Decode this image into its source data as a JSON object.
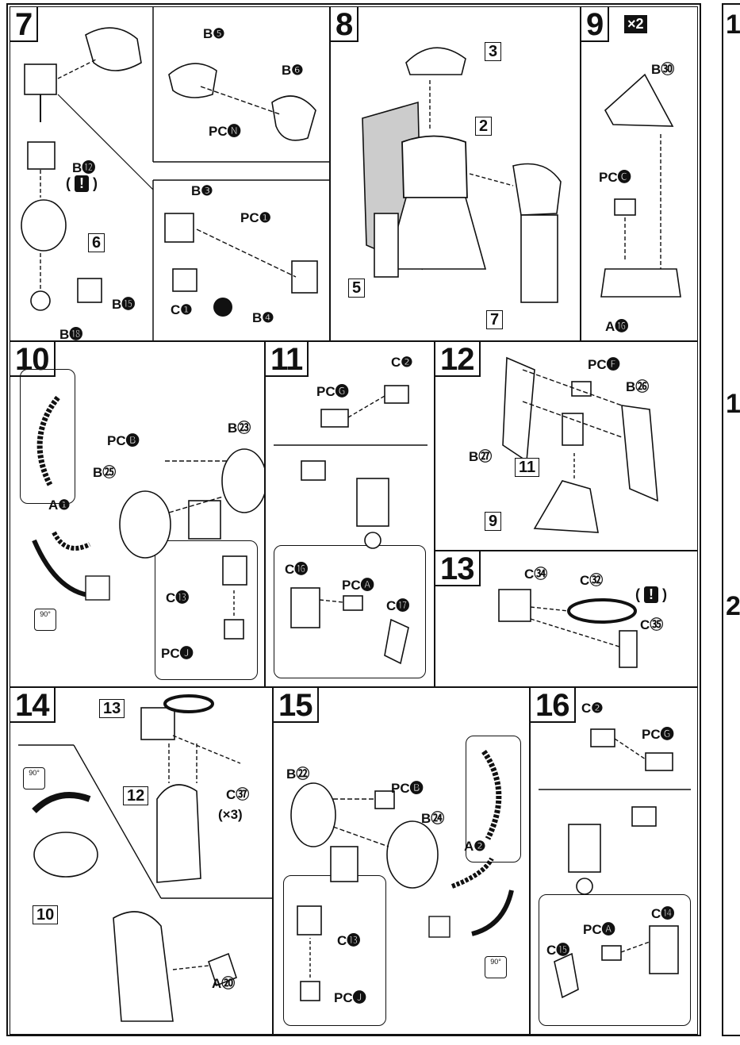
{
  "steps": {
    "s7": {
      "num": "7",
      "labels": [
        "B❺",
        "B❻",
        "PC🅝",
        "B⓬",
        "B❸",
        "PC❶",
        "C❶",
        "B❹",
        "B⓯",
        "B⓲"
      ],
      "ref": "6"
    },
    "s8": {
      "num": "8",
      "refs": [
        "3",
        "2",
        "5",
        "7"
      ]
    },
    "s9": {
      "num": "9",
      "multiplier": "×2",
      "labels": [
        "B㉚",
        "PC🅒",
        "A⓰"
      ]
    },
    "s10": {
      "num": "10",
      "labels": [
        "PC🅑",
        "B㉓",
        "B㉕",
        "A❶",
        "C⓭",
        "PC🅙"
      ]
    },
    "s11": {
      "num": "11",
      "labels": [
        "PC🅖",
        "C❷",
        "C⓰",
        "PC🅐",
        "C⓱"
      ]
    },
    "s12": {
      "num": "12",
      "labels": [
        "PC🅕",
        "B㉖",
        "B㉗"
      ],
      "refs": [
        "11",
        "9"
      ]
    },
    "s13": {
      "num": "13",
      "labels": [
        "C㉞",
        "C㉜",
        "C㉟"
      ]
    },
    "s14": {
      "num": "14",
      "labels": [
        "C㊲",
        "(×3)",
        "A⑳"
      ],
      "refs": [
        "13",
        "12",
        "10"
      ]
    },
    "s15": {
      "num": "15",
      "labels": [
        "B㉒",
        "PC🅑",
        "B㉔",
        "A❷",
        "C⓭",
        "PC🅙"
      ]
    },
    "s16": {
      "num": "16",
      "labels": [
        "C❷",
        "PC🅖",
        "C⓮",
        "PC🅐",
        "C⓯"
      ]
    }
  },
  "warning_symbol": "!",
  "rotate_label": "90°",
  "side_numbers": [
    "1",
    "1",
    "2"
  ]
}
